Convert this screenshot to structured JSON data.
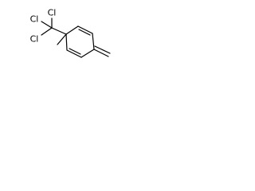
{
  "structure": {
    "atoms": {
      "chlorine_top": "Cl",
      "chlorine_upper_left": "Cl",
      "chlorine_lower_left": "Cl"
    }
  }
}
